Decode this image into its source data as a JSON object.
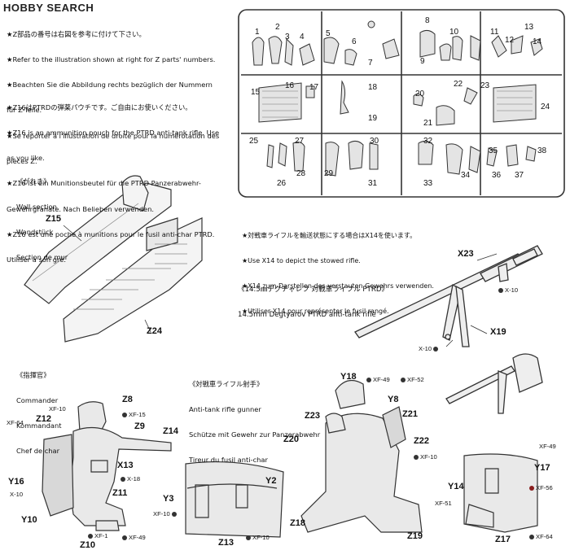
{
  "watermark": "HOBBY SEARCH",
  "notes_top": [
    "★Z部品の番号は右図を参考に付けて下さい。",
    "★Refer to the illustration shown at right for Z parts' numbers.",
    "★Beachten Sie die Abbildung rechts bezüglich der Nummern",
    "für Z-Teile.",
    "★Se reporter à l'illustration de droite pour la numérotation des",
    "pièces Z."
  ],
  "notes_z16": [
    "★Z16はPTRDの弾薬パウチです。ご自由にお使いください。",
    "★Z16 is an ammunition pouch for the PTRD anti-tank rifle. Use",
    "as you like.",
    "★Z16 ist ein Munitionsbeutel für die PTRD Panzerabwehr-",
    "Gewehrgranate. Nach Belieben verwenden.",
    "★Z16 est une poche à munitions pour le fusil anti-char PTRD.",
    "Utiliser à son gré."
  ],
  "sprue_numbers": [
    "1",
    "2",
    "3",
    "4",
    "5",
    "6",
    "7",
    "8",
    "9",
    "10",
    "11",
    "12",
    "13",
    "14",
    "15",
    "16",
    "17",
    "18",
    "19",
    "20",
    "21",
    "22",
    "23",
    "24",
    "25",
    "26",
    "27",
    "28",
    "29",
    "30",
    "31",
    "32",
    "33",
    "34",
    "35",
    "36",
    "37",
    "38"
  ],
  "wall": {
    "caption": [
      "《がれき》",
      "Wall section",
      "Wandstück",
      "Section de mur"
    ],
    "label_z15": "Z15",
    "label_z24": "Z24"
  },
  "x14_note": [
    "★対戦車ライフルを輸送状態にする場合はX14を使います。",
    "★Use X14 to depict the stowed rifle.",
    "★X14 zum Darstellen des verstauten Gewehrs verwenden.",
    "★Utiliser X14 pour représenter le fusil rangé."
  ],
  "rifle": {
    "caption": [
      "《14.5㎜デグチャレフ 対戦車ライフル PTRD》",
      "14.5mm Degtyarov PTRD anti-tank rifle"
    ],
    "x23": "X23",
    "x19": "X19",
    "xf10_a": "X-10",
    "xf10_b": "X-10"
  },
  "commander": {
    "caption": [
      "《指揮官》",
      "Commander",
      "Kommandant",
      "Chef de char"
    ],
    "labels": {
      "z8": "Z8",
      "z12": "Z12",
      "z9": "Z9",
      "z14": "Z14",
      "x13": "X13",
      "z11": "Z11",
      "y16": "Y16",
      "y10": "Y10",
      "z10": "Z10"
    },
    "paints": {
      "xf10": "XF-10",
      "xf15": "XF-15",
      "xf64": "XF-64",
      "x18": "X-18",
      "x10": "X-10",
      "xf1": "XF-1",
      "xf49": "XF-49"
    }
  },
  "belt": {
    "labels": {
      "y2": "Y2",
      "y3": "Y3",
      "z13": "Z13"
    },
    "paints": {
      "xf10a": "XF-10",
      "xf10b": "XF-10"
    }
  },
  "gunner": {
    "caption": [
      "《対戦車ライフル射手》",
      "Anti-tank rifle gunner",
      "Schütze mit Gewehr zur Panzerabwehr",
      "Tireur du fusil anti-char"
    ],
    "labels": {
      "y18": "Y18",
      "y8": "Y8",
      "z23": "Z23",
      "z21": "Z21",
      "z20": "Z20",
      "z22": "Z22",
      "z18": "Z18",
      "z19": "Z19"
    },
    "paints": {
      "xf49": "XF-49",
      "xf52": "XF-52",
      "xf10": "XF-10"
    }
  },
  "right_fig": {
    "labels": {
      "y17": "Y17",
      "y14": "Y14",
      "z17": "Z17"
    },
    "paints": {
      "xf49": "XF-49",
      "xf56": "XF-56",
      "xf51": "XF-51",
      "xf64": "XF-64"
    }
  }
}
